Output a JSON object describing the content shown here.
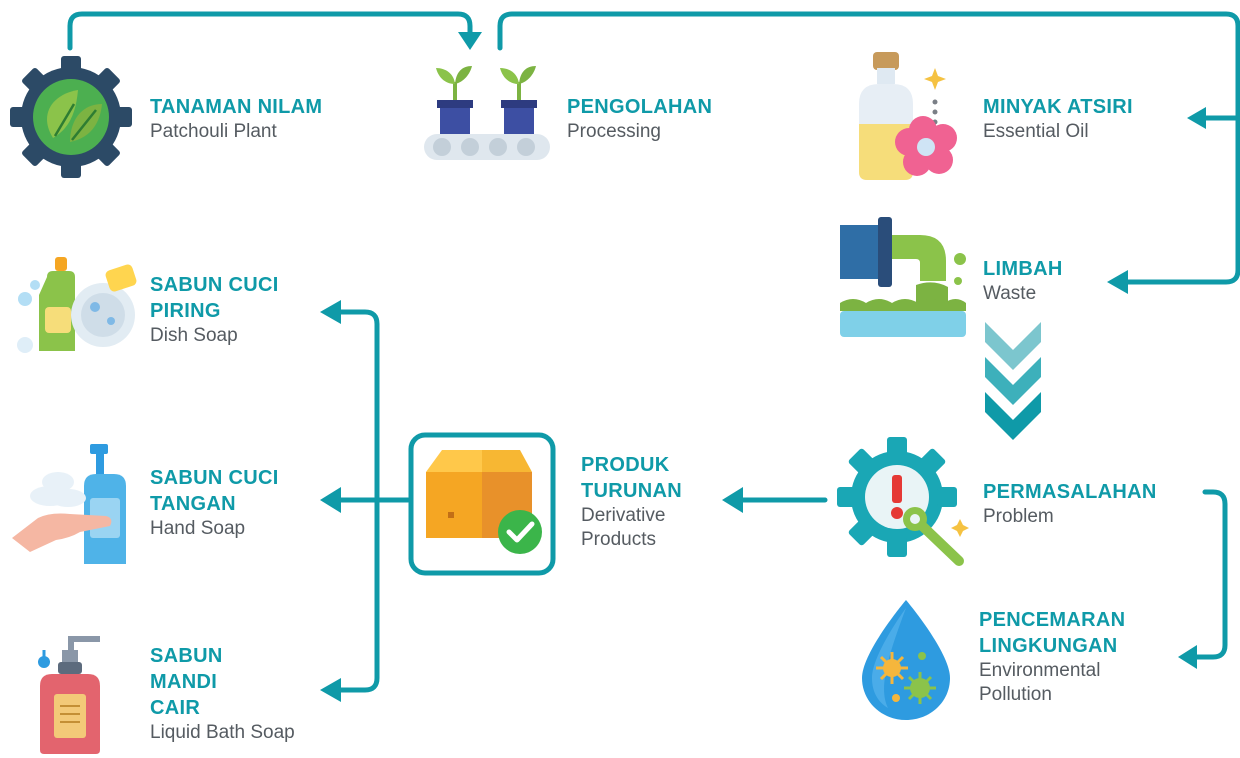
{
  "colors": {
    "accent": "#0f9aa8",
    "text": "#555b61",
    "chevron": "#1aa3ad"
  },
  "nodes": {
    "patchouli": {
      "title": [
        "TANAMAN NILAM"
      ],
      "sub": [
        "Patchouli Plant"
      ],
      "icon": "gear-leaf-icon"
    },
    "processing": {
      "title": [
        "PENGOLAHAN"
      ],
      "sub": [
        "Processing"
      ],
      "icon": "sprout-conveyor-icon"
    },
    "essential_oil": {
      "title": [
        "MINYAK ATSIRI"
      ],
      "sub": [
        "Essential Oil"
      ],
      "icon": "oil-bottle-flower-icon"
    },
    "waste": {
      "title": [
        "LIMBAH"
      ],
      "sub": [
        "Waste"
      ],
      "icon": "pipe-discharge-icon"
    },
    "problem": {
      "title": [
        "PERMASALAHAN"
      ],
      "sub": [
        "Problem"
      ],
      "icon": "gear-wrench-icon"
    },
    "pollution": {
      "title": [
        "PENCEMARAN",
        "LINGKUNGAN"
      ],
      "sub": [
        "Environmental",
        "Pollution"
      ],
      "icon": "water-drop-germs-icon"
    },
    "derivative": {
      "title": [
        "PRODUK",
        "TURUNAN"
      ],
      "sub": [
        "Derivative",
        "Products"
      ],
      "icon": "box-check-icon"
    },
    "dish_soap": {
      "title": [
        "SABUN CUCI",
        "PIRING"
      ],
      "sub": [
        "Dish Soap"
      ],
      "icon": "dish-soap-icon"
    },
    "hand_soap": {
      "title": [
        "SABUN CUCI",
        "TANGAN"
      ],
      "sub": [
        "Hand Soap"
      ],
      "icon": "hand-soap-icon"
    },
    "bath_soap": {
      "title": [
        "SABUN",
        "MANDI",
        "CAIR"
      ],
      "sub": [
        "Liquid Bath Soap"
      ],
      "icon": "bath-soap-bottle-icon"
    }
  }
}
